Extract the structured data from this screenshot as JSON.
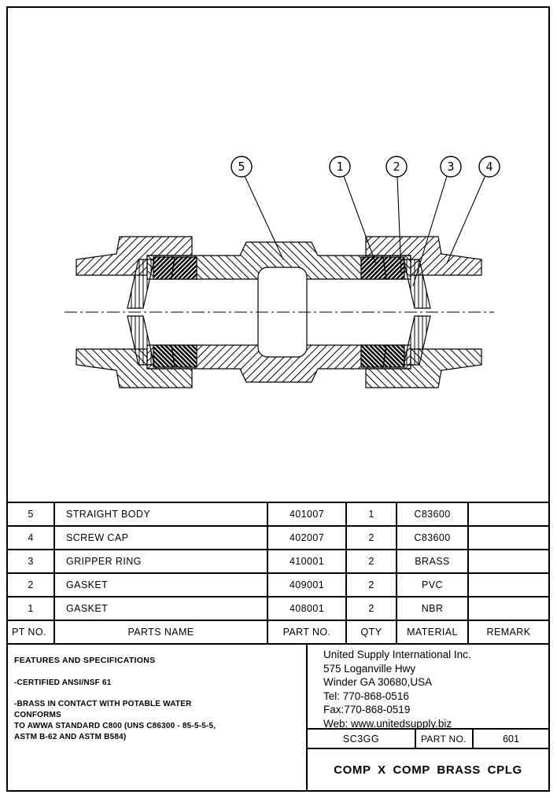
{
  "colors": {
    "ink": "#000000",
    "paper": "#ffffff"
  },
  "drawing": {
    "balloons": [
      {
        "label": "5"
      },
      {
        "label": "1"
      },
      {
        "label": "2"
      },
      {
        "label": "3"
      },
      {
        "label": "4"
      }
    ]
  },
  "parts_table": {
    "headers": {
      "pt_no": "PT NO.",
      "parts_name": "PARTS NAME",
      "part_no": "PART NO.",
      "qty": "QTY",
      "material": "MATERIAL",
      "remark": "REMARK"
    },
    "rows": [
      {
        "pt_no": "5",
        "parts_name": "STRAIGHT BODY",
        "part_no": "401007",
        "qty": "1",
        "material": "C83600",
        "remark": ""
      },
      {
        "pt_no": "4",
        "parts_name": "SCREW CAP",
        "part_no": "402007",
        "qty": "2",
        "material": "C83600",
        "remark": ""
      },
      {
        "pt_no": "3",
        "parts_name": "GRIPPER RING",
        "part_no": "410001",
        "qty": "2",
        "material": "BRASS",
        "remark": ""
      },
      {
        "pt_no": "2",
        "parts_name": "GASKET",
        "part_no": "409001",
        "qty": "2",
        "material": "PVC",
        "remark": ""
      },
      {
        "pt_no": "1",
        "parts_name": "GASKET",
        "part_no": "408001",
        "qty": "2",
        "material": "NBR",
        "remark": ""
      }
    ]
  },
  "features": {
    "title": "FEATURES AND SPECIFICATIONS",
    "item1": "-CERTIFIED ANSI/NSF 61",
    "item2": "-BRASS IN CONTACT WITH POTABLE WATER CONFORMS\nTO AWWA STANDARD C800 (UNS C86300 - 85-5-5-5,\nASTM B-62 AND ASTM B584)"
  },
  "title_block": {
    "company": "United Supply International Inc.",
    "address_line1": "575 Loganville Hwy",
    "address_line2": "Winder GA 30680,USA",
    "tel": "Tel: 770-868-0516",
    "fax": "Fax:770-868-0519",
    "web": "Web: www.unitedsupply.biz",
    "model": "SC3GG",
    "part_no_label": "PART NO.",
    "part_no_value": "601",
    "drawing_title": "COMP X COMP BRASS CPLG"
  }
}
